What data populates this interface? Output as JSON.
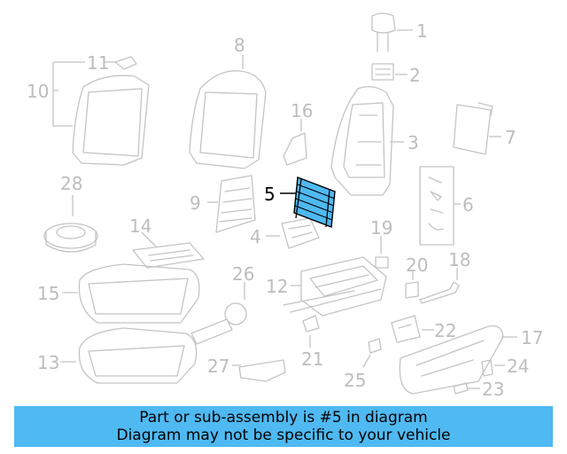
{
  "diagram": {
    "highlight_color": "#4fb9f2",
    "labels": {
      "l1": "1",
      "l2": "2",
      "l3": "3",
      "l4": "4",
      "l5": "5",
      "l6": "6",
      "l7": "7",
      "l8": "8",
      "l9": "9",
      "l10": "10",
      "l11": "11",
      "l12": "12",
      "l14": "14",
      "l15": "15",
      "l16": "16",
      "l17": "17",
      "l18": "18",
      "l19": "19",
      "l20": "20",
      "l21": "21",
      "l22": "22",
      "l23": "23",
      "l24": "24",
      "l25": "25",
      "l26": "26",
      "l27": "27",
      "l28": "28"
    }
  },
  "banner": {
    "line1": "Part or sub-assembly is #5 in diagram",
    "line2": "Diagram may not be specific to your vehicle",
    "background": "#4fb9f2"
  }
}
